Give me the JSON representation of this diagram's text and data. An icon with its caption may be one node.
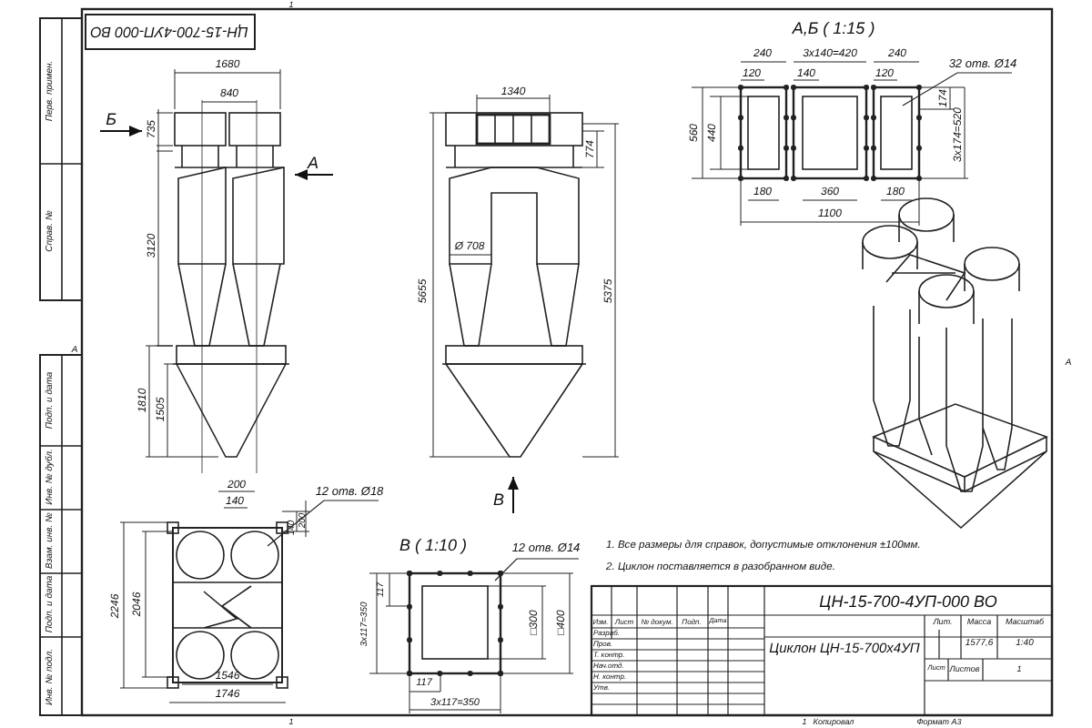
{
  "diagram": {
    "nodes": [
      {
        "text": [
          "32 отв. Ø14"
        ]
      },
      {
        "text": [
          "12 отв. Ø18"
        ]
      },
      {
        "text": [
          "12 отв. Ø14"
        ]
      }
    ],
    "edges": [
      {
        "from": 0,
        "to": null,
        "arrow": "none"
      },
      {
        "from": 1,
        "to": null,
        "arrow": "none"
      },
      {
        "from": 2,
        "to": null,
        "arrow": "none"
      }
    ],
    "labels": [
      "ЦН-15-700-4УП-000 ВО",
      "Перв. примен.",
      "Справ. №",
      "Подп. и дата",
      "Инв. № дубл.",
      "Взам. инв. №",
      "Подп. и дата",
      "Инв. № подл.",
      "1680",
      "840",
      "735",
      "Б",
      "А",
      "3120",
      "1810",
      "1505",
      "1340",
      "774",
      "Ø 708",
      "5655",
      "5375",
      "В",
      "А,Б ( 1:15 )",
      "240",
      "3x140=420",
      "240",
      "120",
      "140",
      "120",
      "560",
      "440",
      "174",
      "3x174=520",
      "180",
      "360",
      "180",
      "1100",
      "200",
      "140",
      "140",
      "200",
      "2246",
      "2046",
      "1546",
      "1746",
      "В ( 1:10 )",
      "117",
      "3x117=350",
      "□300",
      "□400",
      "117",
      "3x117=350",
      "1. Все размеры для справок, допустимые отклонения ±100мм.",
      "2. Циклон поставляется в разобранном виде.",
      "ЦН-15-700-4УП-000 ВО",
      "Изм.",
      "Лист",
      "№ докум.",
      "Подп.",
      "Дата",
      "Разраб.",
      "Пров.",
      "Т. контр.",
      "Нач.отд.",
      "Н. контр.",
      "Утв.",
      "Циклон ЦН-15-700х4УП",
      "Лит.",
      "Масса",
      "Масштаб",
      "1577,6",
      "1:40",
      "Лист",
      "Листов",
      "1",
      "1",
      "Копировал",
      "Формат А3",
      "1",
      "1",
      "А",
      "А"
    ]
  }
}
